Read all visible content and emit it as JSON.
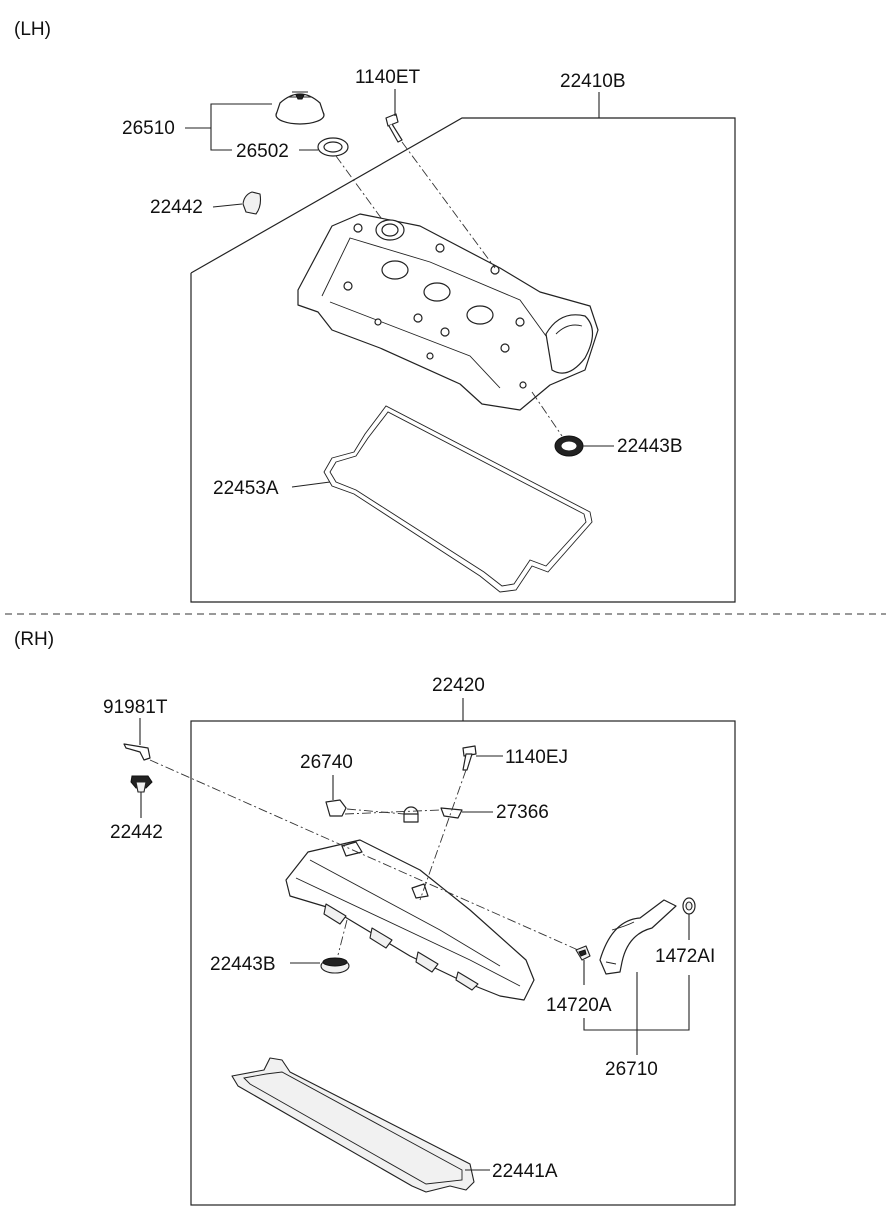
{
  "sections": {
    "lh": "(LH)",
    "rh": "(RH)"
  },
  "labels": {
    "p26510": "26510",
    "p26502": "26502",
    "p1140ET": "1140ET",
    "p22410B": "22410B",
    "p22442_lh": "22442",
    "p22443B_lh": "22443B",
    "p22453A": "22453A",
    "p91981T": "91981T",
    "p22442_rh": "22442",
    "p22420": "22420",
    "p26740": "26740",
    "p1140EJ": "1140EJ",
    "p27366": "27366",
    "p22443B_rh": "22443B",
    "p14720A": "14720A",
    "p1472AI": "1472AI",
    "p26710": "26710",
    "p22441A": "22441A"
  }
}
